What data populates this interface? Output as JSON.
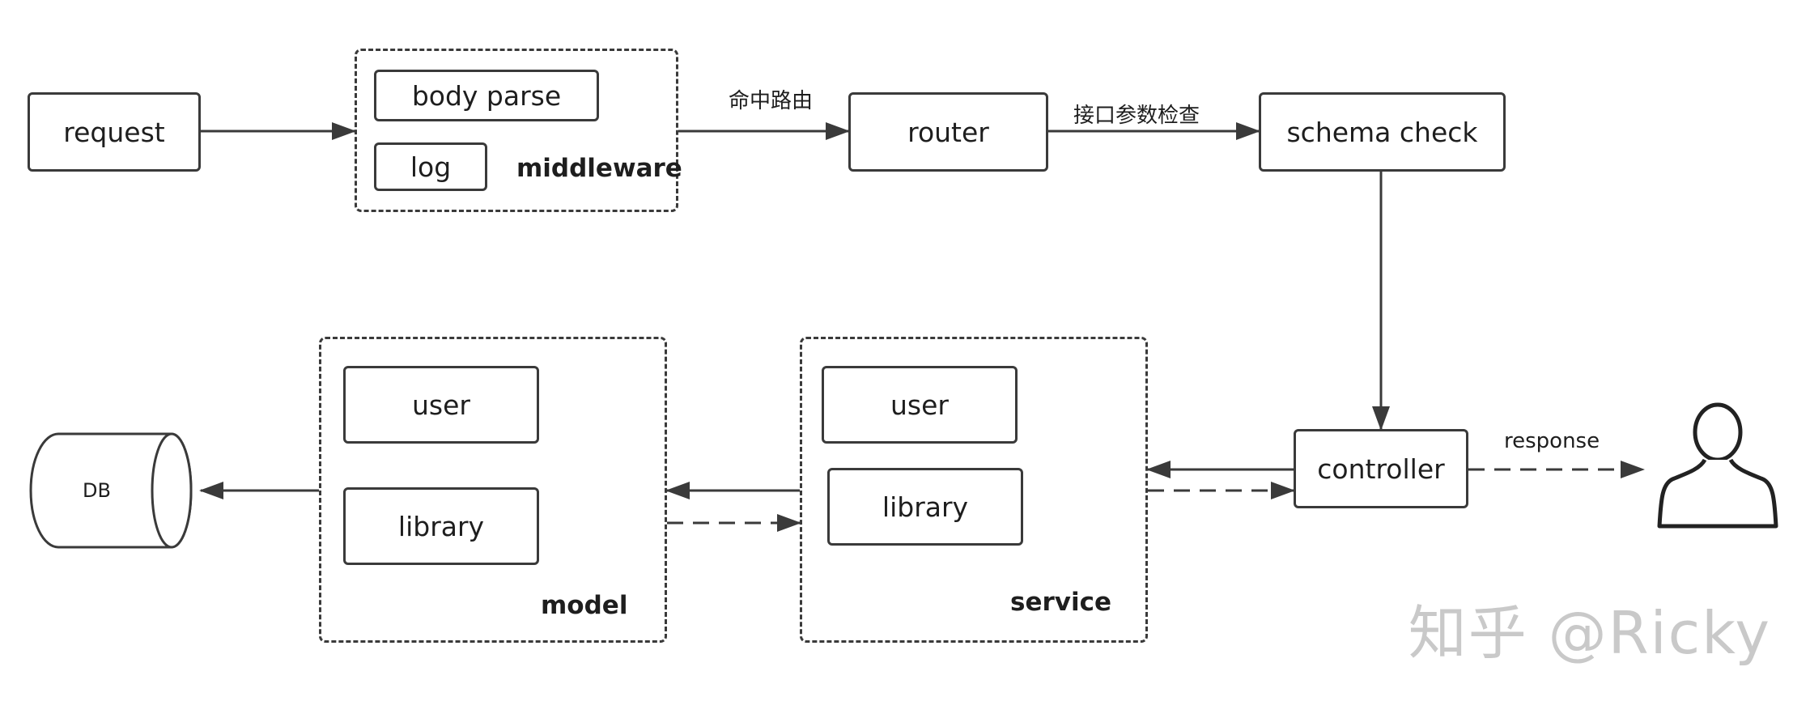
{
  "nodes": {
    "request": "request",
    "router": "router",
    "schema_check": "schema check",
    "controller": "controller"
  },
  "middleware": {
    "label": "middleware",
    "body_parse": "body parse",
    "log": "log"
  },
  "service": {
    "label": "service",
    "user": "user",
    "library": "library"
  },
  "model": {
    "label": "model",
    "user": "user",
    "library": "library"
  },
  "db": {
    "label": "DB"
  },
  "edges": {
    "hit_route": "命中路由",
    "param_check": "接口参数检查",
    "response": "response"
  },
  "watermark": "知乎 @Ricky"
}
